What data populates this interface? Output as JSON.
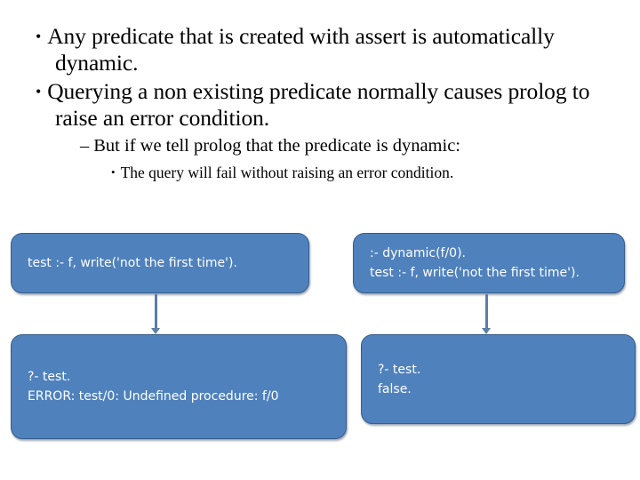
{
  "slide": {
    "background_color": "#ffffff",
    "bullets": [
      {
        "level": 1,
        "marker": "•",
        "text": "Any predicate that is created with assert is automatically dynamic."
      },
      {
        "level": 1,
        "marker": "•",
        "text": "Querying a non existing predicate normally causes prolog to raise an error condition."
      },
      {
        "level": 2,
        "marker": "–",
        "text": "But if we tell prolog that the predicate is dynamic:"
      },
      {
        "level": 3,
        "marker": "•",
        "text": "The query will fail without raising an error condition."
      }
    ],
    "boxes": {
      "top_left": {
        "line1": "test :- f, write('not the first time')."
      },
      "top_right": {
        "line1": ":- dynamic(f/0).",
        "line2": "test :- f, write('not the first time')."
      },
      "bottom_left": {
        "line1": "?- test.",
        "line2": "ERROR: test/0: Undefined procedure: f/0"
      },
      "bottom_right": {
        "line1": "?- test.",
        "line2": "false."
      }
    },
    "colors": {
      "box_fill": "#4F81BD",
      "box_border": "#385D8A",
      "box_text": "#FFFFFF",
      "arrow": "#5B7FA6",
      "body_text": "#000000"
    }
  }
}
